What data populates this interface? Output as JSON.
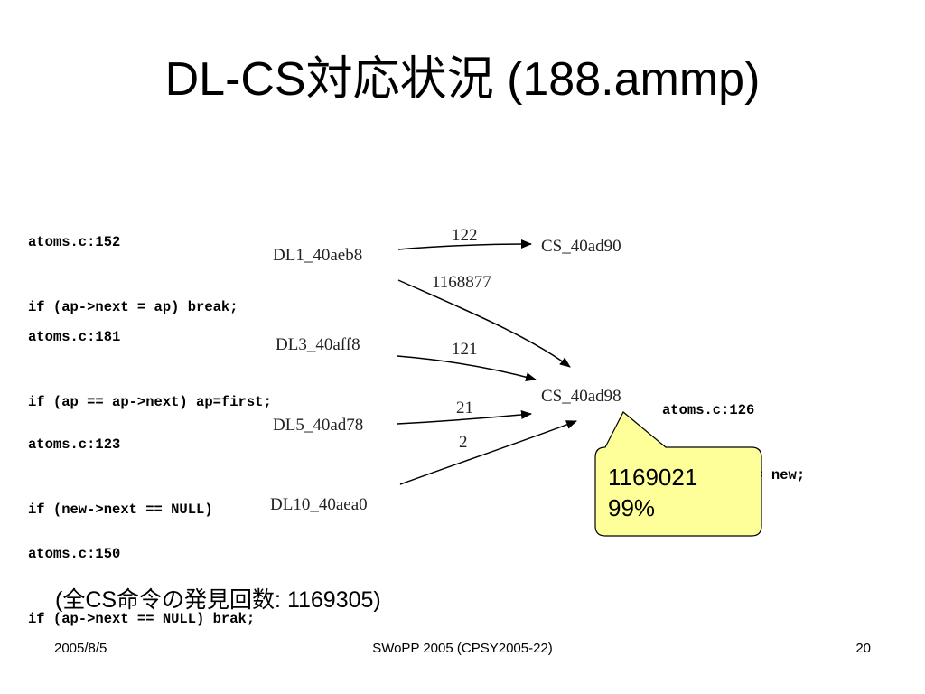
{
  "title": "DL-CS対応状況 (188.ammp)",
  "code_blocks": [
    {
      "file": "atoms.c:152",
      "code": "if (ap->next = ap) break;"
    },
    {
      "file": "atoms.c:181",
      "code": "if (ap == ap->next) ap=first;"
    },
    {
      "file": "atoms.c:123",
      "code": "if (new->next == NULL)"
    },
    {
      "file": "atoms.c:150",
      "code": "if (ap->next == NULL) brak;"
    },
    {
      "file": "atoms.c:126",
      "code": "last->next = new;"
    }
  ],
  "graph": {
    "nodes": {
      "dl1": "DL1_40aeb8",
      "dl3": "DL3_40aff8",
      "dl5": "DL5_40ad78",
      "dl10": "DL10_40aea0",
      "cs90": "CS_40ad90",
      "cs98": "CS_40ad98"
    },
    "edges": [
      {
        "from": "DL1_40aeb8",
        "to": "CS_40ad90",
        "label": "122"
      },
      {
        "from": "DL1_40aeb8",
        "to": "CS_40ad98",
        "label": "1168877"
      },
      {
        "from": "DL3_40aff8",
        "to": "CS_40ad98",
        "label": "121"
      },
      {
        "from": "DL5_40ad78",
        "to": "CS_40ad98",
        "label": "21"
      },
      {
        "from": "DL10_40aea0",
        "to": "CS_40ad98",
        "label": "2"
      }
    ]
  },
  "callout": {
    "count": "1169021",
    "percent": "99%",
    "fill": "#FFFF99"
  },
  "total_text": "(全CS命令の発見回数: 1169305)",
  "footer": {
    "date": "2005/8/5",
    "center": "SWoPP 2005 (CPSY2005-22)",
    "page": "20"
  }
}
